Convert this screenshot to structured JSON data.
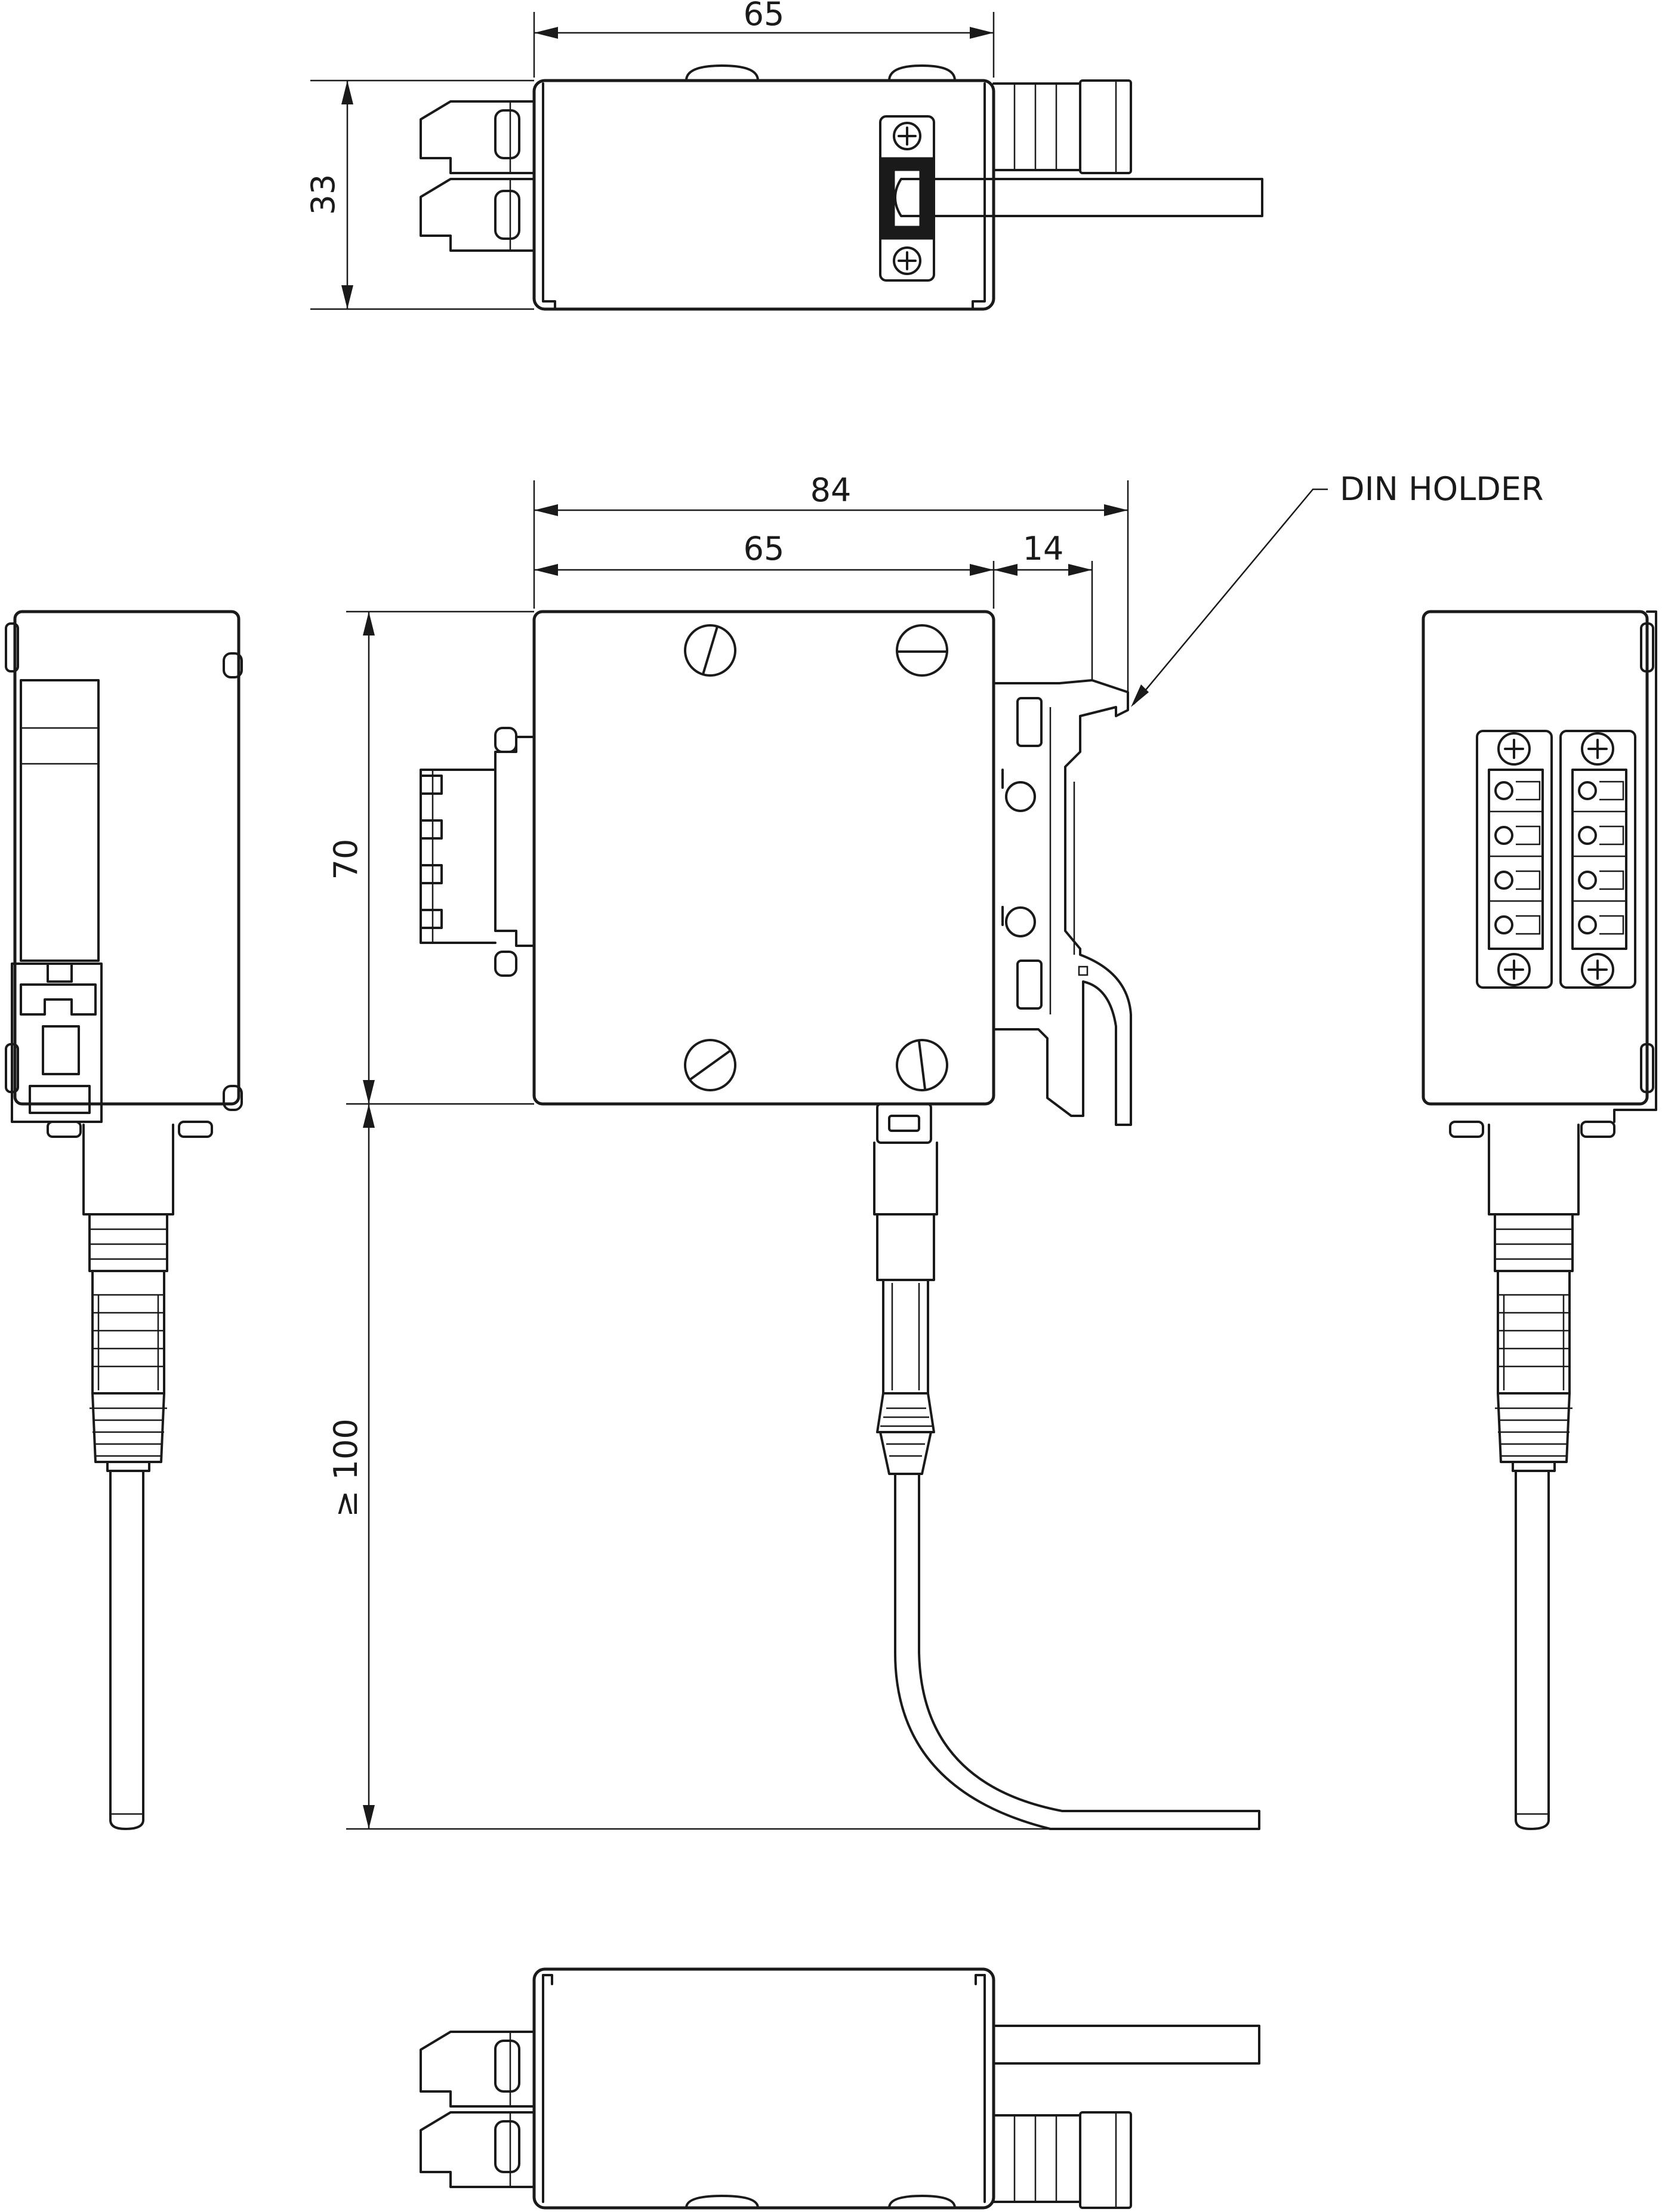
{
  "dimensions": {
    "top_width": "65",
    "top_height": "33",
    "front_total_width": "84",
    "front_body_width": "65",
    "front_holder_width": "14",
    "front_height": "70",
    "cable_length": "≥ 100"
  },
  "callouts": {
    "din_holder": "DIN HOLDER"
  }
}
